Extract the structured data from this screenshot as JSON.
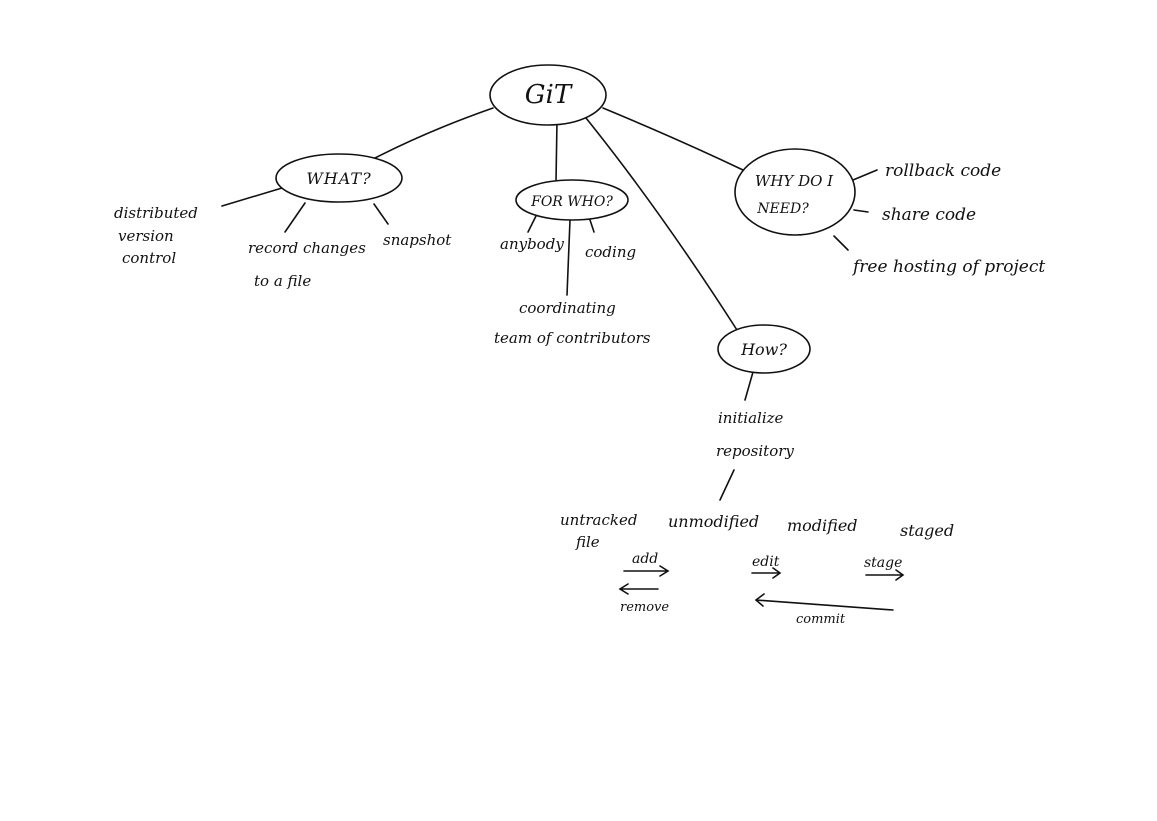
{
  "ink_color": "#111111",
  "paper_color": "#ffffff",
  "root": {
    "label": "GiT"
  },
  "branches": {
    "what": {
      "label": "WHAT?",
      "leaves": {
        "distributed": [
          "distributed",
          "version",
          "control"
        ],
        "record": [
          "record changes",
          "to a file"
        ],
        "snapshot": "snapshot"
      }
    },
    "for_who": {
      "label": "FOR WHO?",
      "leaves": {
        "anybody": "anybody",
        "coding": "coding",
        "coordinating": [
          "coordinating",
          "team of contributors"
        ]
      }
    },
    "why": {
      "label": [
        "WHY DO I",
        "NEED?"
      ],
      "leaves": {
        "rollback": "rollback code",
        "share": "share code",
        "hosting": "free hosting of project"
      }
    },
    "how": {
      "label": "How?",
      "init": [
        "initialize",
        "repository"
      ],
      "states": {
        "untracked": [
          "untracked",
          "file"
        ],
        "unmodified": "unmodified",
        "modified": "modified",
        "staged": "staged"
      },
      "actions": {
        "add": "add",
        "edit": "edit",
        "stage": "stage",
        "remove": "remove",
        "commit": "commit"
      }
    }
  }
}
